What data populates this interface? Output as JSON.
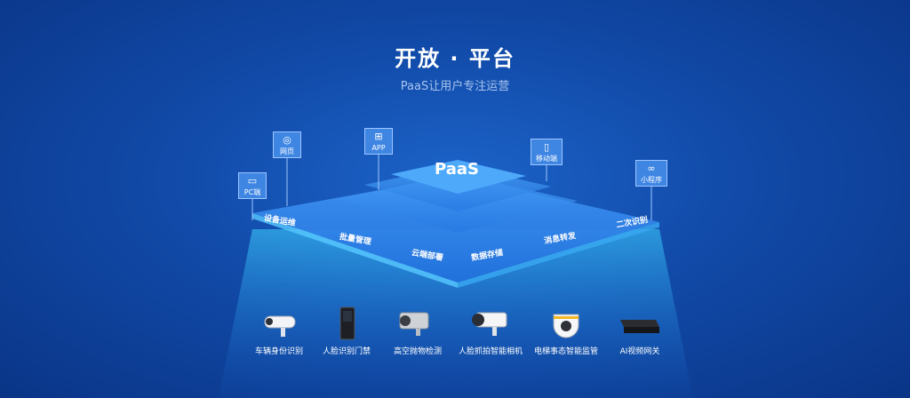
{
  "header": {
    "title": "开放 · 平台",
    "subtitle": "PaaS让用户专注运营"
  },
  "platform": {
    "label": "PaaS"
  },
  "clients": [
    {
      "label": "PC端",
      "icon": "monitor-icon"
    },
    {
      "label": "网页",
      "icon": "globe-icon"
    },
    {
      "label": "APP",
      "icon": "app-grid-icon"
    },
    {
      "label": "移动端",
      "icon": "phone-icon"
    },
    {
      "label": "小程序",
      "icon": "mini-program-icon"
    }
  ],
  "capabilities": [
    "设备运维",
    "批量管理",
    "云端部署",
    "数据存储",
    "消息转发",
    "二次识别"
  ],
  "devices": [
    {
      "label": "车辆身份识别",
      "icon": "vehicle-camera-icon"
    },
    {
      "label": "人脸识别门禁",
      "icon": "face-access-terminal-icon"
    },
    {
      "label": "高空抛物检测",
      "icon": "bullet-camera-icon"
    },
    {
      "label": "人脸抓拍智能相机",
      "icon": "face-capture-camera-icon"
    },
    {
      "label": "电梯事态智能监管",
      "icon": "dome-camera-icon"
    },
    {
      "label": "AI视频网关",
      "icon": "video-gateway-icon"
    }
  ],
  "colors": {
    "background": "#114aa8",
    "node": "#3f86e3",
    "platform": "#2a86ee"
  }
}
